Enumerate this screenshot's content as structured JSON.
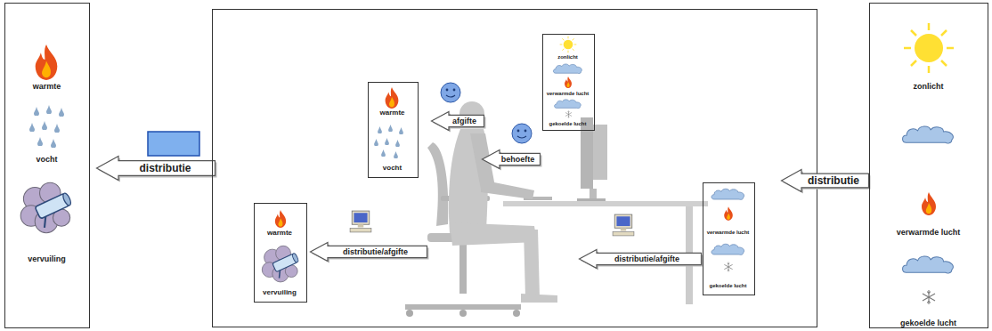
{
  "diagram": {
    "nodes": [
      {
        "text": [
          "warmte",
          "vocht",
          "vervuiling"
        ]
      },
      {
        "text": [
          "distributie"
        ]
      },
      {
        "text": []
      },
      {
        "text": [
          "zonlicht",
          "verwarmde lucht",
          "gekoelde lucht"
        ],
        "in": 2
      },
      {
        "text": [
          "warmte",
          "vocht"
        ],
        "in": 2
      },
      {
        "text": [
          "afgifte"
        ],
        "in": 2
      },
      {
        "text": [
          "behoefte"
        ],
        "in": 2
      },
      {
        "text": [
          "warmte",
          "vervuiling"
        ],
        "in": 2
      },
      {
        "text": [
          "distributie/afgifte"
        ],
        "in": 2
      },
      {
        "text": [
          "distributie/afgifte"
        ],
        "in": 2
      },
      {
        "text": [
          "verwarmde lucht",
          "gekoelde lucht"
        ],
        "in": 2
      },
      {
        "text": [
          "distributie"
        ]
      },
      {
        "text": [
          "zonlicht",
          "verwarmde lucht",
          "gekoelde lucht"
        ]
      }
    ]
  }
}
